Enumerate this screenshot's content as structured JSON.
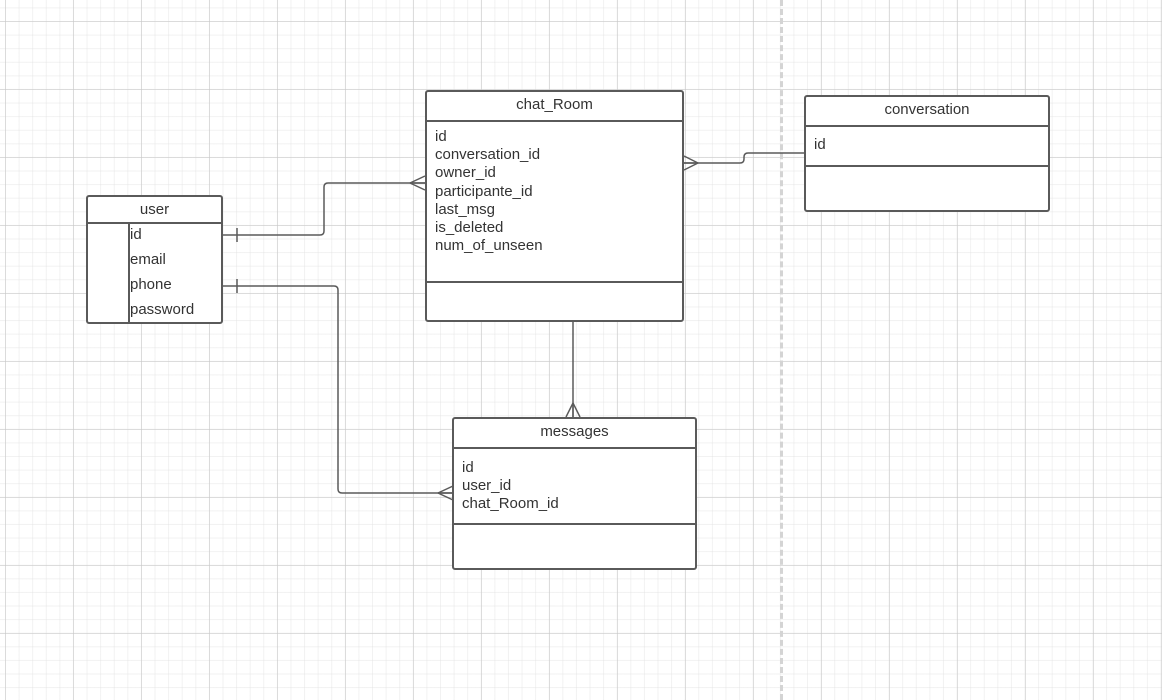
{
  "diagram": {
    "entities": {
      "user": {
        "title": "user",
        "fields": [
          "id",
          "email",
          "phone",
          "password"
        ]
      },
      "chat_room": {
        "title": "chat_Room",
        "fields": [
          "id",
          "conversation_id",
          "owner_id",
          "participante_id",
          "last_msg",
          "is_deleted",
          "num_of_unseen"
        ]
      },
      "conversation": {
        "title": "conversation",
        "fields": [
          "id"
        ]
      },
      "messages": {
        "title": "messages",
        "fields": [
          "id",
          "user_id",
          "chat_Room_id"
        ]
      }
    },
    "relationships": [
      {
        "from": "user",
        "to": "chat_Room",
        "from_end": "one",
        "to_end": "many"
      },
      {
        "from": "conversation",
        "to": "chat_Room",
        "from_end": "none",
        "to_end": "many"
      },
      {
        "from": "chat_Room",
        "to": "messages",
        "from_end": "none",
        "to_end": "many"
      },
      {
        "from": "user",
        "to": "messages",
        "from_end": "one",
        "to_end": "many"
      }
    ]
  }
}
